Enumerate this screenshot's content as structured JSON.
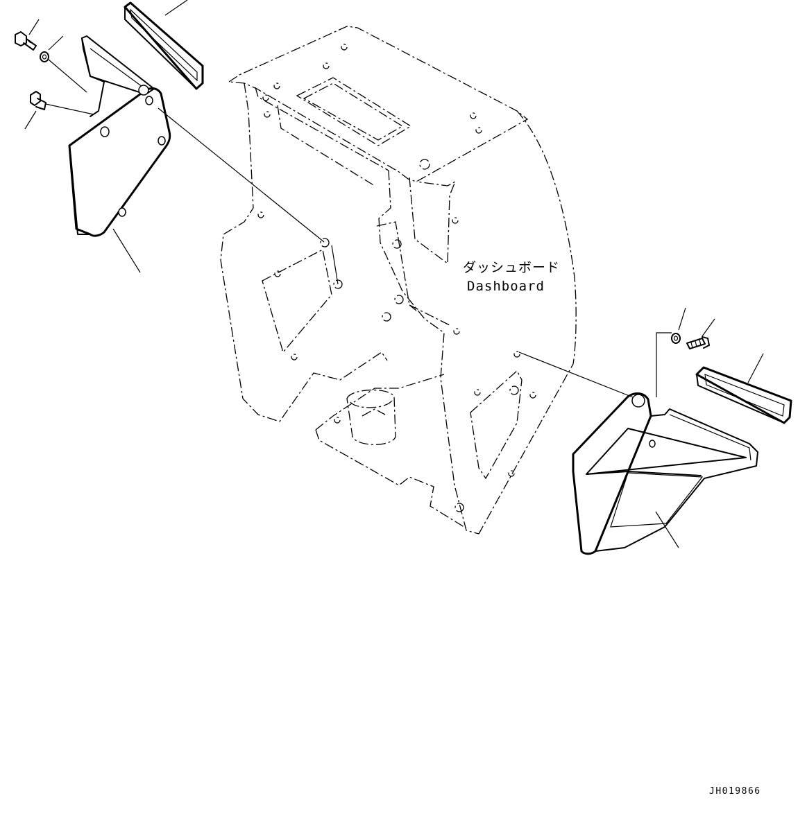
{
  "drawing": {
    "label_japanese": "ダッシュボード",
    "label_english": "Dashboard",
    "drawing_number": "JH019866"
  },
  "parts": [
    {
      "name": "dashboard-panel",
      "style": "phantom"
    },
    {
      "name": "left-cover",
      "style": "solid"
    },
    {
      "name": "left-seal",
      "style": "solid"
    },
    {
      "name": "left-bolt",
      "style": "solid"
    },
    {
      "name": "left-washer",
      "style": "solid"
    },
    {
      "name": "left-clip",
      "style": "solid"
    },
    {
      "name": "right-cover",
      "style": "solid"
    },
    {
      "name": "right-seal",
      "style": "solid"
    },
    {
      "name": "right-bolt",
      "style": "solid"
    },
    {
      "name": "right-washer",
      "style": "solid"
    }
  ]
}
